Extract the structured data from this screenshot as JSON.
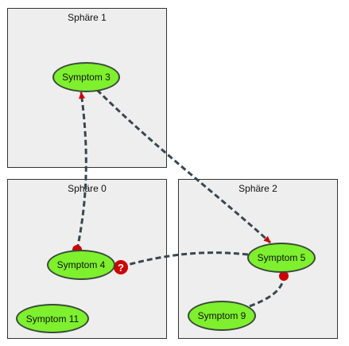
{
  "colors": {
    "sphere_fill": "#eeeeee",
    "node_fill": "#7ef02e",
    "edge": "#37474f",
    "marker": "#cc0000"
  },
  "spheres": [
    {
      "id": "s1",
      "title": "Sphäre 1"
    },
    {
      "id": "s0",
      "title": "Sphäre 0"
    },
    {
      "id": "s2",
      "title": "Sphäre 2"
    }
  ],
  "nodes": [
    {
      "id": "n3",
      "label": "Symptom 3"
    },
    {
      "id": "n4",
      "label": "Symptom 4"
    },
    {
      "id": "n11",
      "label": "Symptom 11"
    },
    {
      "id": "n5",
      "label": "Symptom 5"
    },
    {
      "id": "n9",
      "label": "Symptom 9"
    }
  ],
  "edges": [
    {
      "from": "Symptom 4",
      "to": "Symptom 3",
      "style": "dashed",
      "tail": "dot",
      "head": "arrow"
    },
    {
      "from": "Symptom 3",
      "to": "Symptom 5",
      "style": "dashed",
      "tail": "none",
      "head": "arrow"
    },
    {
      "from": "Symptom 5",
      "to": "Symptom 4",
      "style": "dashed",
      "tail": "none",
      "head": "question"
    },
    {
      "from": "Symptom 9",
      "to": "Symptom 5",
      "style": "dashed",
      "tail": "none",
      "head": "dot"
    }
  ]
}
